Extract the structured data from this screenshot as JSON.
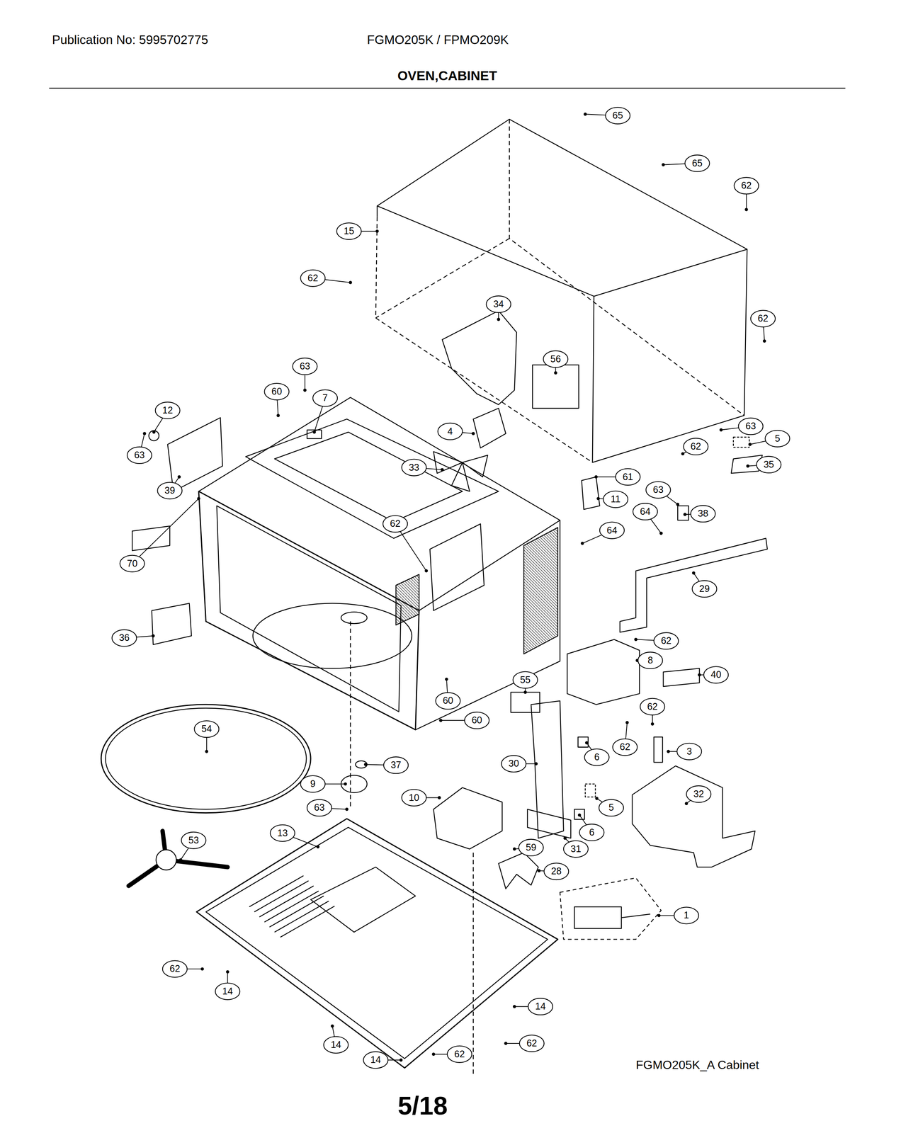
{
  "diagram": {
    "title": "OVEN,CABINET",
    "caption": "FGMO205K_A Cabinet",
    "labels": [
      "Publication No: 5995702775",
      "FGMO205K / FPMO209K",
      "65",
      "65",
      "62",
      "15",
      "62",
      "62",
      "34",
      "56",
      "63",
      "60",
      "7",
      "12",
      "4",
      "63",
      "5",
      "62",
      "35",
      "63",
      "39",
      "33",
      "61",
      "11",
      "63",
      "64",
      "38",
      "62",
      "64",
      "70",
      "29",
      "36",
      "62",
      "8",
      "40",
      "55",
      "60",
      "62",
      "3",
      "60",
      "54",
      "6",
      "62",
      "37",
      "30",
      "32",
      "9",
      "5",
      "10",
      "63",
      "6",
      "31",
      "13",
      "59",
      "28",
      "53",
      "1",
      "62",
      "14",
      "14",
      "62",
      "14",
      "14",
      "62",
      "5/18"
    ]
  }
}
